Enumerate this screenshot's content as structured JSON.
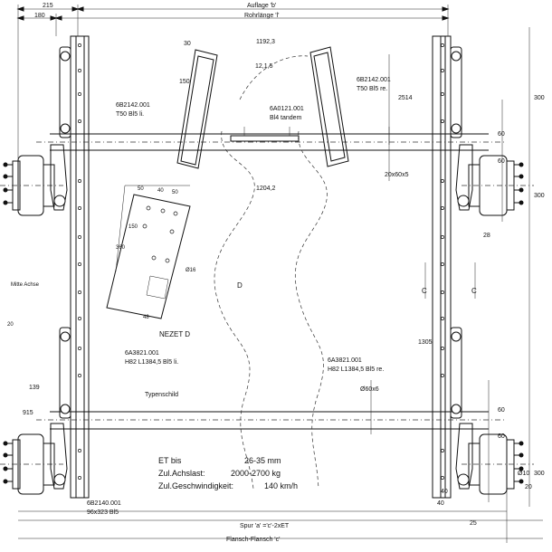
{
  "dimensions": {
    "d215": "215",
    "auflage": "Auflage 'b'",
    "d180": "180",
    "rohrlaenge": "Rohrlänge 'l'",
    "d1192": "1192,3",
    "d30": "30",
    "d150a": "150",
    "d1215": "12,1,5",
    "d2514": "2514",
    "d1204": "1204,2",
    "d20x60": "20x60x5",
    "d300a": "300",
    "d60a": "60",
    "d60b": "60",
    "d300b": "300",
    "d28": "28",
    "d50a": "50",
    "d40": "40",
    "d50b": "50",
    "d150b": "150",
    "d360": "360",
    "d16": "Ø16",
    "d48": "48",
    "d139": "139",
    "d915": "915",
    "d1305": "1305",
    "d60x6": "Ø60x6",
    "d60c": "60",
    "d60d": "60",
    "d300c": "300",
    "d10": "Ø10",
    "d20": "20",
    "d40b": "40",
    "d40c": "40",
    "d25": "25",
    "spur": "Spur 'a' ='c'-2xET",
    "flansch": "Flansch-Flansch 'c'"
  },
  "labels": {
    "p6b2142_left": "6B2142.001",
    "p6b2142_left_sub": "T50 Bl5 li.",
    "p6b2142_right": "6B2142.001",
    "p6b2142_right_sub": "T50 Bl5 re.",
    "p6a0121": "6A0121.001",
    "p6a0121_sub": "Bl4 tandem",
    "mitte_achse": "Mitte Achse",
    "p20": "20",
    "nezet": "NEZET D",
    "arrow_d": "D",
    "c_left": "C",
    "c_right": "C",
    "p6a3821_left": "6A3821.001",
    "p6a3821_left_sub": "H82 L1384,5 Bl5 li.",
    "p6a3821_right": "6A3821.001",
    "p6a3821_right_sub": "H82 L1384,5 Bl5 re.",
    "typenschild": "Typenschild",
    "p6b2140": "6B2140.001",
    "p6b2140_sub": "96x323 Bl5"
  },
  "specs": {
    "et_label": "ET bis",
    "et_value": "26-35 mm",
    "achslast_label": "Zul.Achslast:",
    "achslast_value": "2000-2700 kg",
    "speed_label": "Zul.Geschwindigkeit:",
    "speed_value": "140 km/h"
  }
}
